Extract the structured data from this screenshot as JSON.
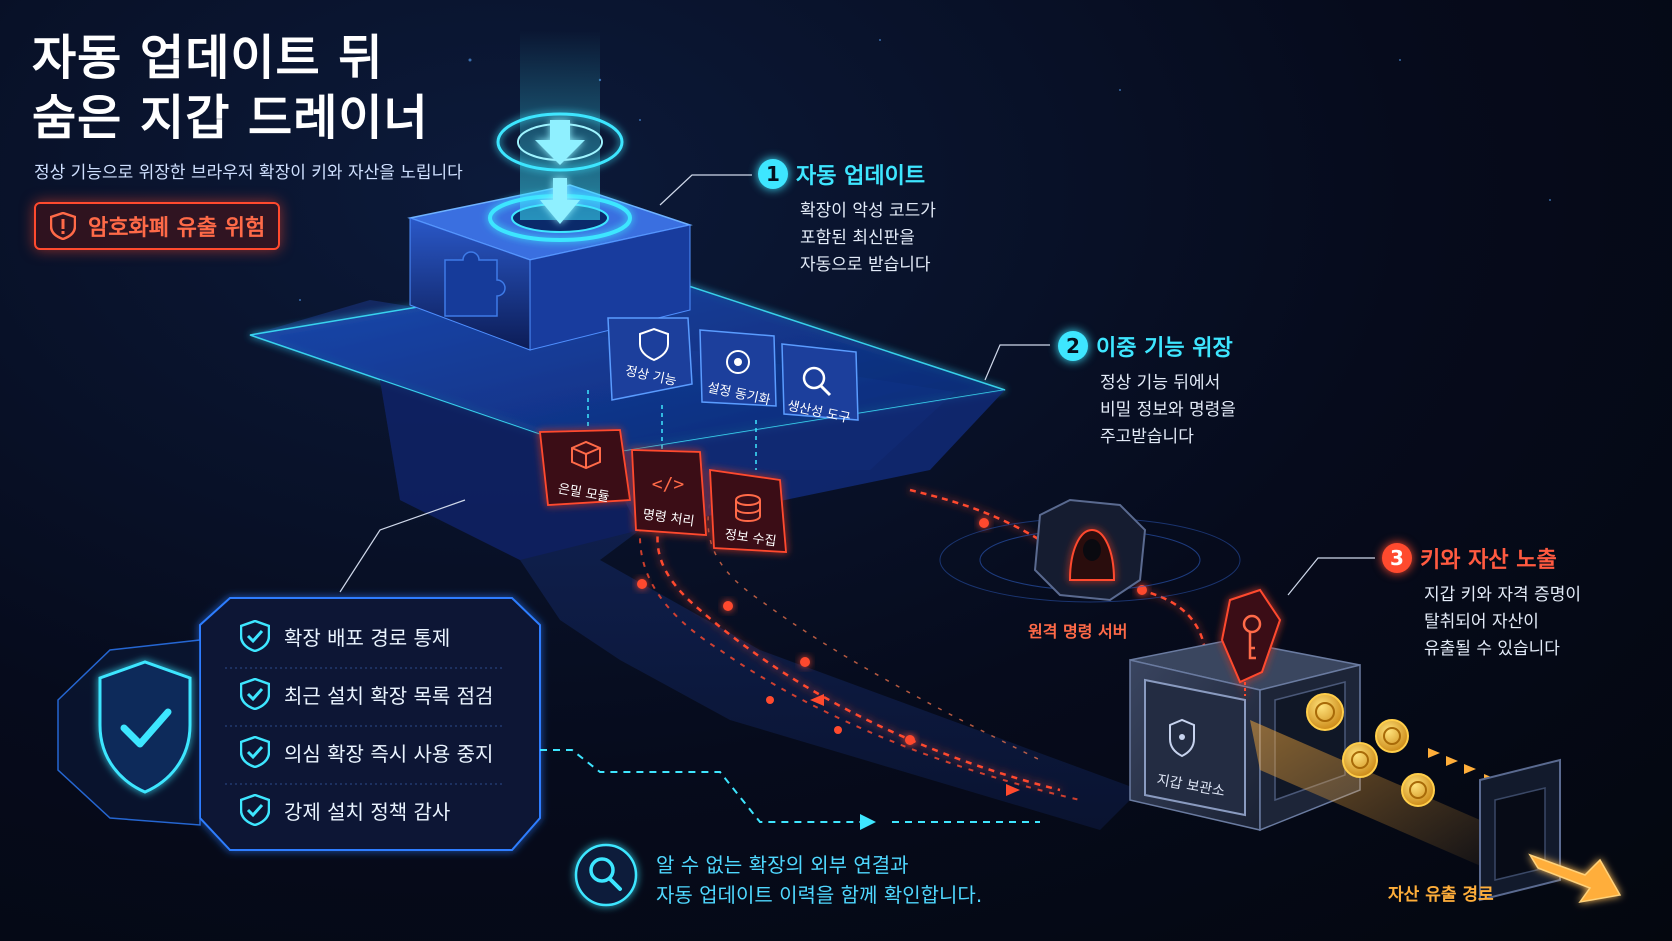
{
  "title": {
    "line1": "자동 업데이트 뒤",
    "line2": "숨은 지갑 드레이너"
  },
  "subtitle": "정상 기능으로 위장한 브라우저 확장이 키와 자산을 노립니다",
  "risk_badge": {
    "label": "암호화폐 유출 위험",
    "icon": "warning-shield-icon"
  },
  "steps": [
    {
      "number": "1",
      "title": "자동 업데이트",
      "lines": [
        "확장이 악성 코드가",
        "포함된 최신판을",
        "자동으로 받습니다"
      ]
    },
    {
      "number": "2",
      "title": "이중 기능 위장",
      "lines": [
        "정상 기능 뒤에서",
        "비밀 정보와 명령을",
        "주고받습니다"
      ]
    },
    {
      "number": "3",
      "title": "키와 자산 노출",
      "lines": [
        "지갑 키와 자격 증명이",
        "탈취되어 자산이",
        "유출될 수 있습니다"
      ]
    }
  ],
  "visible_modules": [
    {
      "label": "정상 기능",
      "icon": "shield-icon"
    },
    {
      "label": "설정 동기화",
      "icon": "gear-icon"
    },
    {
      "label": "생산성 도구",
      "icon": "search-icon"
    }
  ],
  "hidden_modules": [
    {
      "label": "은밀 모듈",
      "icon": "cube-icon"
    },
    {
      "label": "명령 처리",
      "icon": "code-icon"
    },
    {
      "label": "정보 수집",
      "icon": "database-icon"
    }
  ],
  "server_label": "원격 명령 서버",
  "vault_label": "지갑 보관소",
  "exfil_label": "자산 유출 경로",
  "checklist": [
    "확장 배포 경로 통제",
    "최근 설치 확장 목록 점검",
    "의심 확장 즉시 사용 중지",
    "강제 설치 정책 감사"
  ],
  "bottom_note": {
    "line1": "알 수 없는 확장의 외부 연결과",
    "line2": "자동 업데이트 이력을 함께 확인합니다."
  },
  "colors": {
    "cyan": "#3ee6ff",
    "blue": "#2d7dff",
    "red": "#ff4a2e",
    "orange": "#ffae3a",
    "background": "#060b1c"
  }
}
